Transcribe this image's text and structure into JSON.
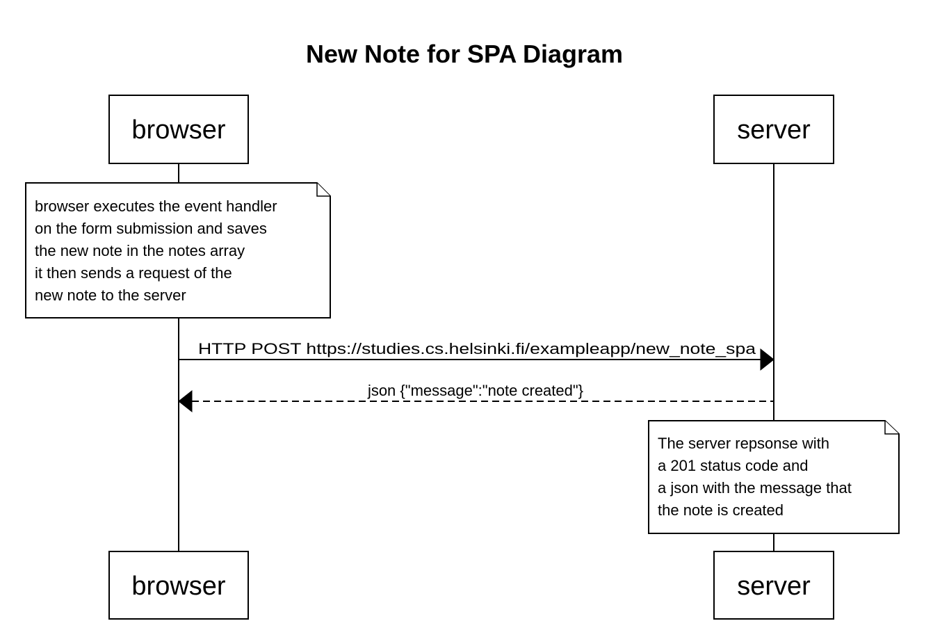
{
  "diagram": {
    "title": "New Note for SPA Diagram",
    "participants": {
      "browser": "browser",
      "server": "server"
    },
    "notes": {
      "browser": [
        "browser executes the event handler",
        "on the form submission and saves",
        "the new note in the notes array",
        "it then sends a request of the",
        "new note to the server"
      ],
      "server": [
        "The server repsonse with",
        "a 201 status code and",
        "a json with the message that",
        "the note is created"
      ]
    },
    "messages": {
      "request": "HTTP POST https://studies.cs.helsinki.fi/exampleapp/new_note_spa",
      "response": "json {\"message\":\"note created\"}"
    }
  }
}
